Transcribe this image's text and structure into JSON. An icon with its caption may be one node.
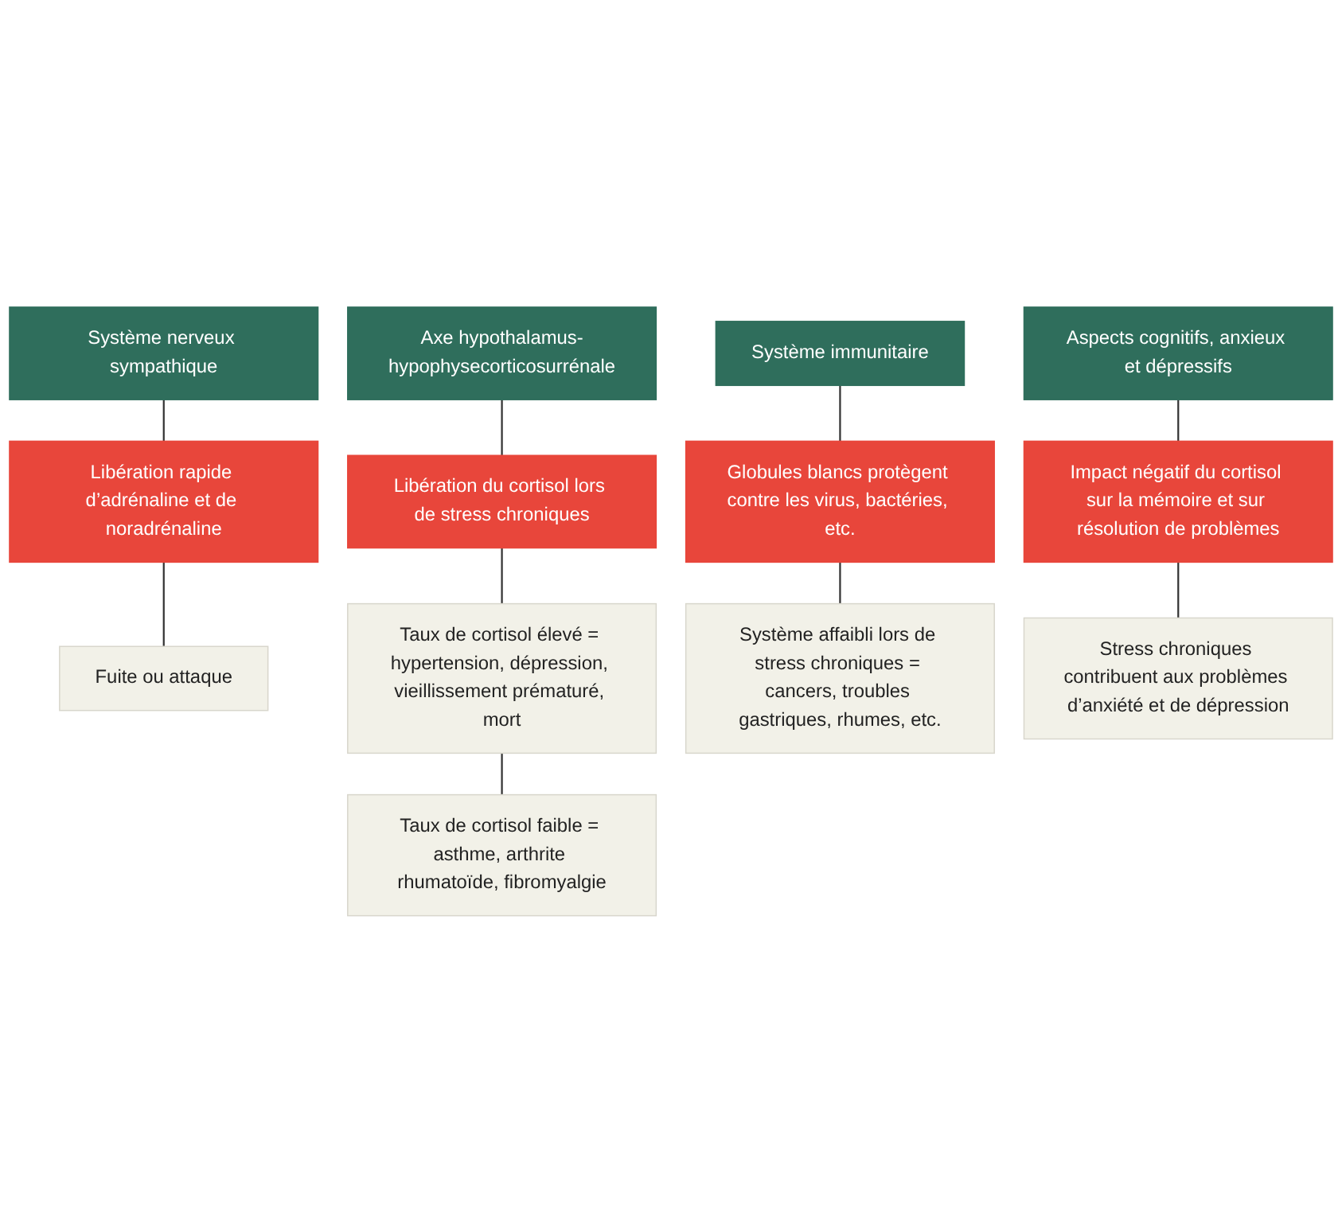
{
  "diagram": {
    "nodes": [
      {
        "text": [
          "Système nerveux sympathique"
        ]
      },
      {
        "text": [
          "Libération rapide d’adrénaline et de noradrénaline"
        ]
      },
      {
        "text": [
          "Fuite ou attaque"
        ]
      },
      {
        "text": [
          "Axe hypothalamus-hypophysecorticosurrénale"
        ]
      },
      {
        "text": [
          "Libération du cortisol lors de stress chroniques"
        ]
      },
      {
        "text": [
          "Taux de cortisol élevé = hypertension, dépression, vieillissement prématuré, mort"
        ]
      },
      {
        "text": [
          "Taux de cortisol faible = asthme, arthrite rhumatoïde, fibromyalgie"
        ]
      },
      {
        "text": [
          "Système immunitaire"
        ]
      },
      {
        "text": [
          "Globules blancs protègent contre les virus, bactéries, etc."
        ]
      },
      {
        "text": [
          "Système affaibli lors de stress chroniques = cancers, troubles gastriques, rhumes, etc."
        ]
      },
      {
        "text": [
          "Aspects cognitifs, anxieux et dépressifs"
        ]
      },
      {
        "text": [
          "Impact négatif du cortisol sur la mémoire et sur résolution de problèmes"
        ]
      },
      {
        "text": [
          "Stress chroniques contribuent aux problèmes d’anxiété et de dépression"
        ]
      }
    ],
    "edges": [
      {
        "from": 0,
        "to": 1,
        "arrow": "none"
      },
      {
        "from": 1,
        "to": 2,
        "arrow": "none"
      },
      {
        "from": 3,
        "to": 4,
        "arrow": "none"
      },
      {
        "from": 4,
        "to": 5,
        "arrow": "none"
      },
      {
        "from": 5,
        "to": 6,
        "arrow": "none"
      },
      {
        "from": 7,
        "to": 8,
        "arrow": "none"
      },
      {
        "from": 8,
        "to": 9,
        "arrow": "none"
      },
      {
        "from": 10,
        "to": 11,
        "arrow": "none"
      },
      {
        "from": 11,
        "to": 12,
        "arrow": "none"
      }
    ]
  }
}
